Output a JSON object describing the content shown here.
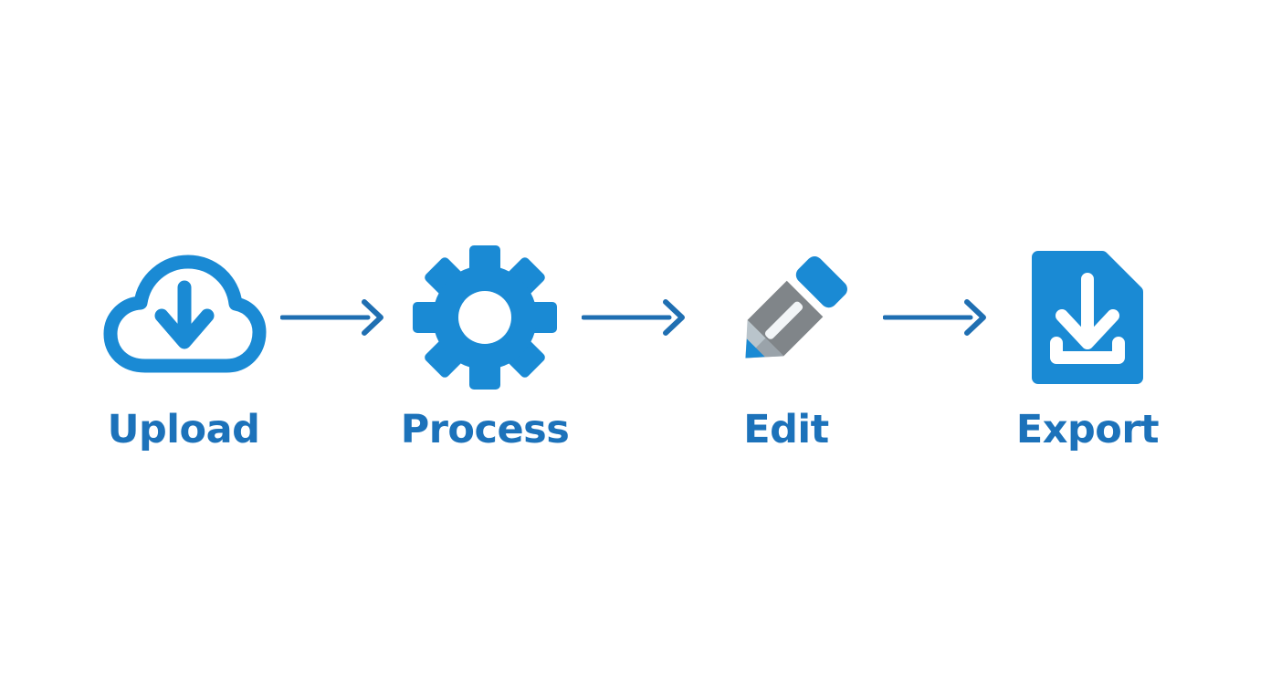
{
  "diagram": {
    "title": "Upload Process Edit Export workflow",
    "background_color": "#ffffff",
    "icon_color": "#1a8ad4",
    "label_color": "#1c72ba",
    "arrow_color": "#1f6fb2",
    "pencil_body_color": "#808589",
    "pencil_tip_color": "#b9c4cb",
    "pencil_point_color": "#1a8ad4",
    "pencil_stripe_color": "#f2f5f7",
    "steps": [
      {
        "label": "Upload",
        "icon": "cloud-download-icon"
      },
      {
        "label": "Process",
        "icon": "gear-icon"
      },
      {
        "label": "Edit",
        "icon": "pencil-icon"
      },
      {
        "label": "Export",
        "icon": "document-download-icon"
      }
    ],
    "connectors": [
      {
        "icon": "arrow-right-icon"
      },
      {
        "icon": "arrow-right-icon"
      },
      {
        "icon": "arrow-right-icon"
      }
    ]
  }
}
